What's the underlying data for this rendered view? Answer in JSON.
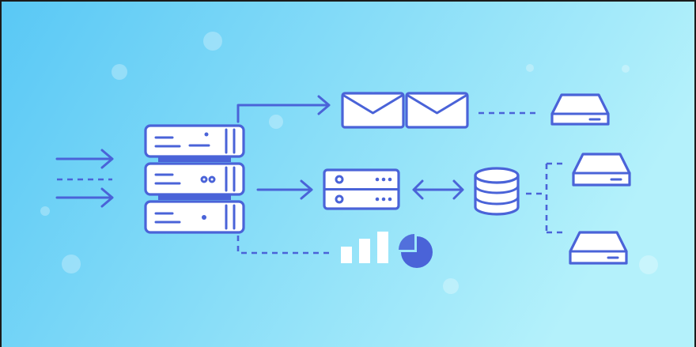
{
  "palette": {
    "background_start": "#59c8f5",
    "background_end": "#b4f1fb",
    "line": "#4a63d8",
    "box_fill": "#ffffff",
    "frame": "#1b1b1b"
  },
  "nodes": [
    {
      "id": "incoming-traffic",
      "icon": "arrows-right-icon"
    },
    {
      "id": "main-server-stack",
      "icon": "server-rack-icon",
      "units": 3
    },
    {
      "id": "mail-queue",
      "icon": "envelope-icon",
      "count": 2
    },
    {
      "id": "app-server",
      "icon": "server-icon"
    },
    {
      "id": "analytics",
      "icon": "bar-chart-icon",
      "bars": [
        0.45,
        0.7,
        1.0
      ],
      "pie_fraction": 0.75
    },
    {
      "id": "database",
      "icon": "database-icon"
    },
    {
      "id": "storage-top",
      "icon": "storage-drive-icon"
    },
    {
      "id": "storage-middle",
      "icon": "storage-drive-icon"
    },
    {
      "id": "storage-bottom",
      "icon": "storage-drive-icon"
    }
  ]
}
